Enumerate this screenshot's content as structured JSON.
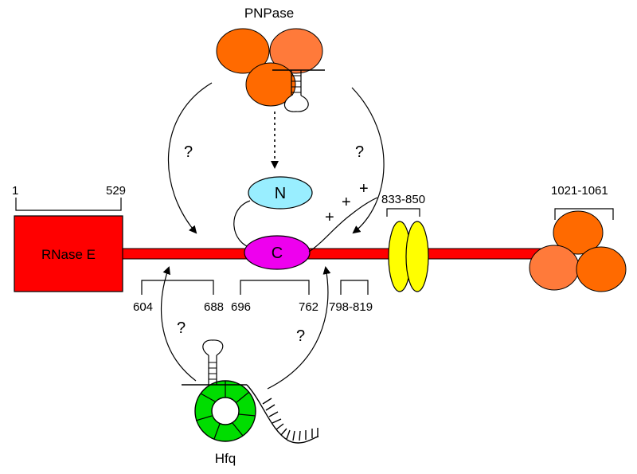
{
  "labels": {
    "pnpase": "PNPase",
    "rnase_e": "RNase E",
    "hfq": "Hfq",
    "domain_n": "N",
    "domain_c": "C",
    "question": "?",
    "plus": "+"
  },
  "ranges": {
    "r1_start": "1",
    "r1_end": "529",
    "r2_start": "604",
    "r2_end": "688",
    "r3_start": "696",
    "r3_end": "762",
    "r4": "798-819",
    "r5": "833-850",
    "r6": "1021-1061"
  },
  "colors": {
    "rnase_e_box": "#ff0000",
    "backbone": "#ff0000",
    "pnpase_subunit": "#ff6a00",
    "pnpase_subunit_alt": "#ff7a3a",
    "domain_n": "#99eeff",
    "domain_c": "#ee00ee",
    "membrane_anchor": "#ffff00",
    "hfq_ring": "#00dd00"
  }
}
